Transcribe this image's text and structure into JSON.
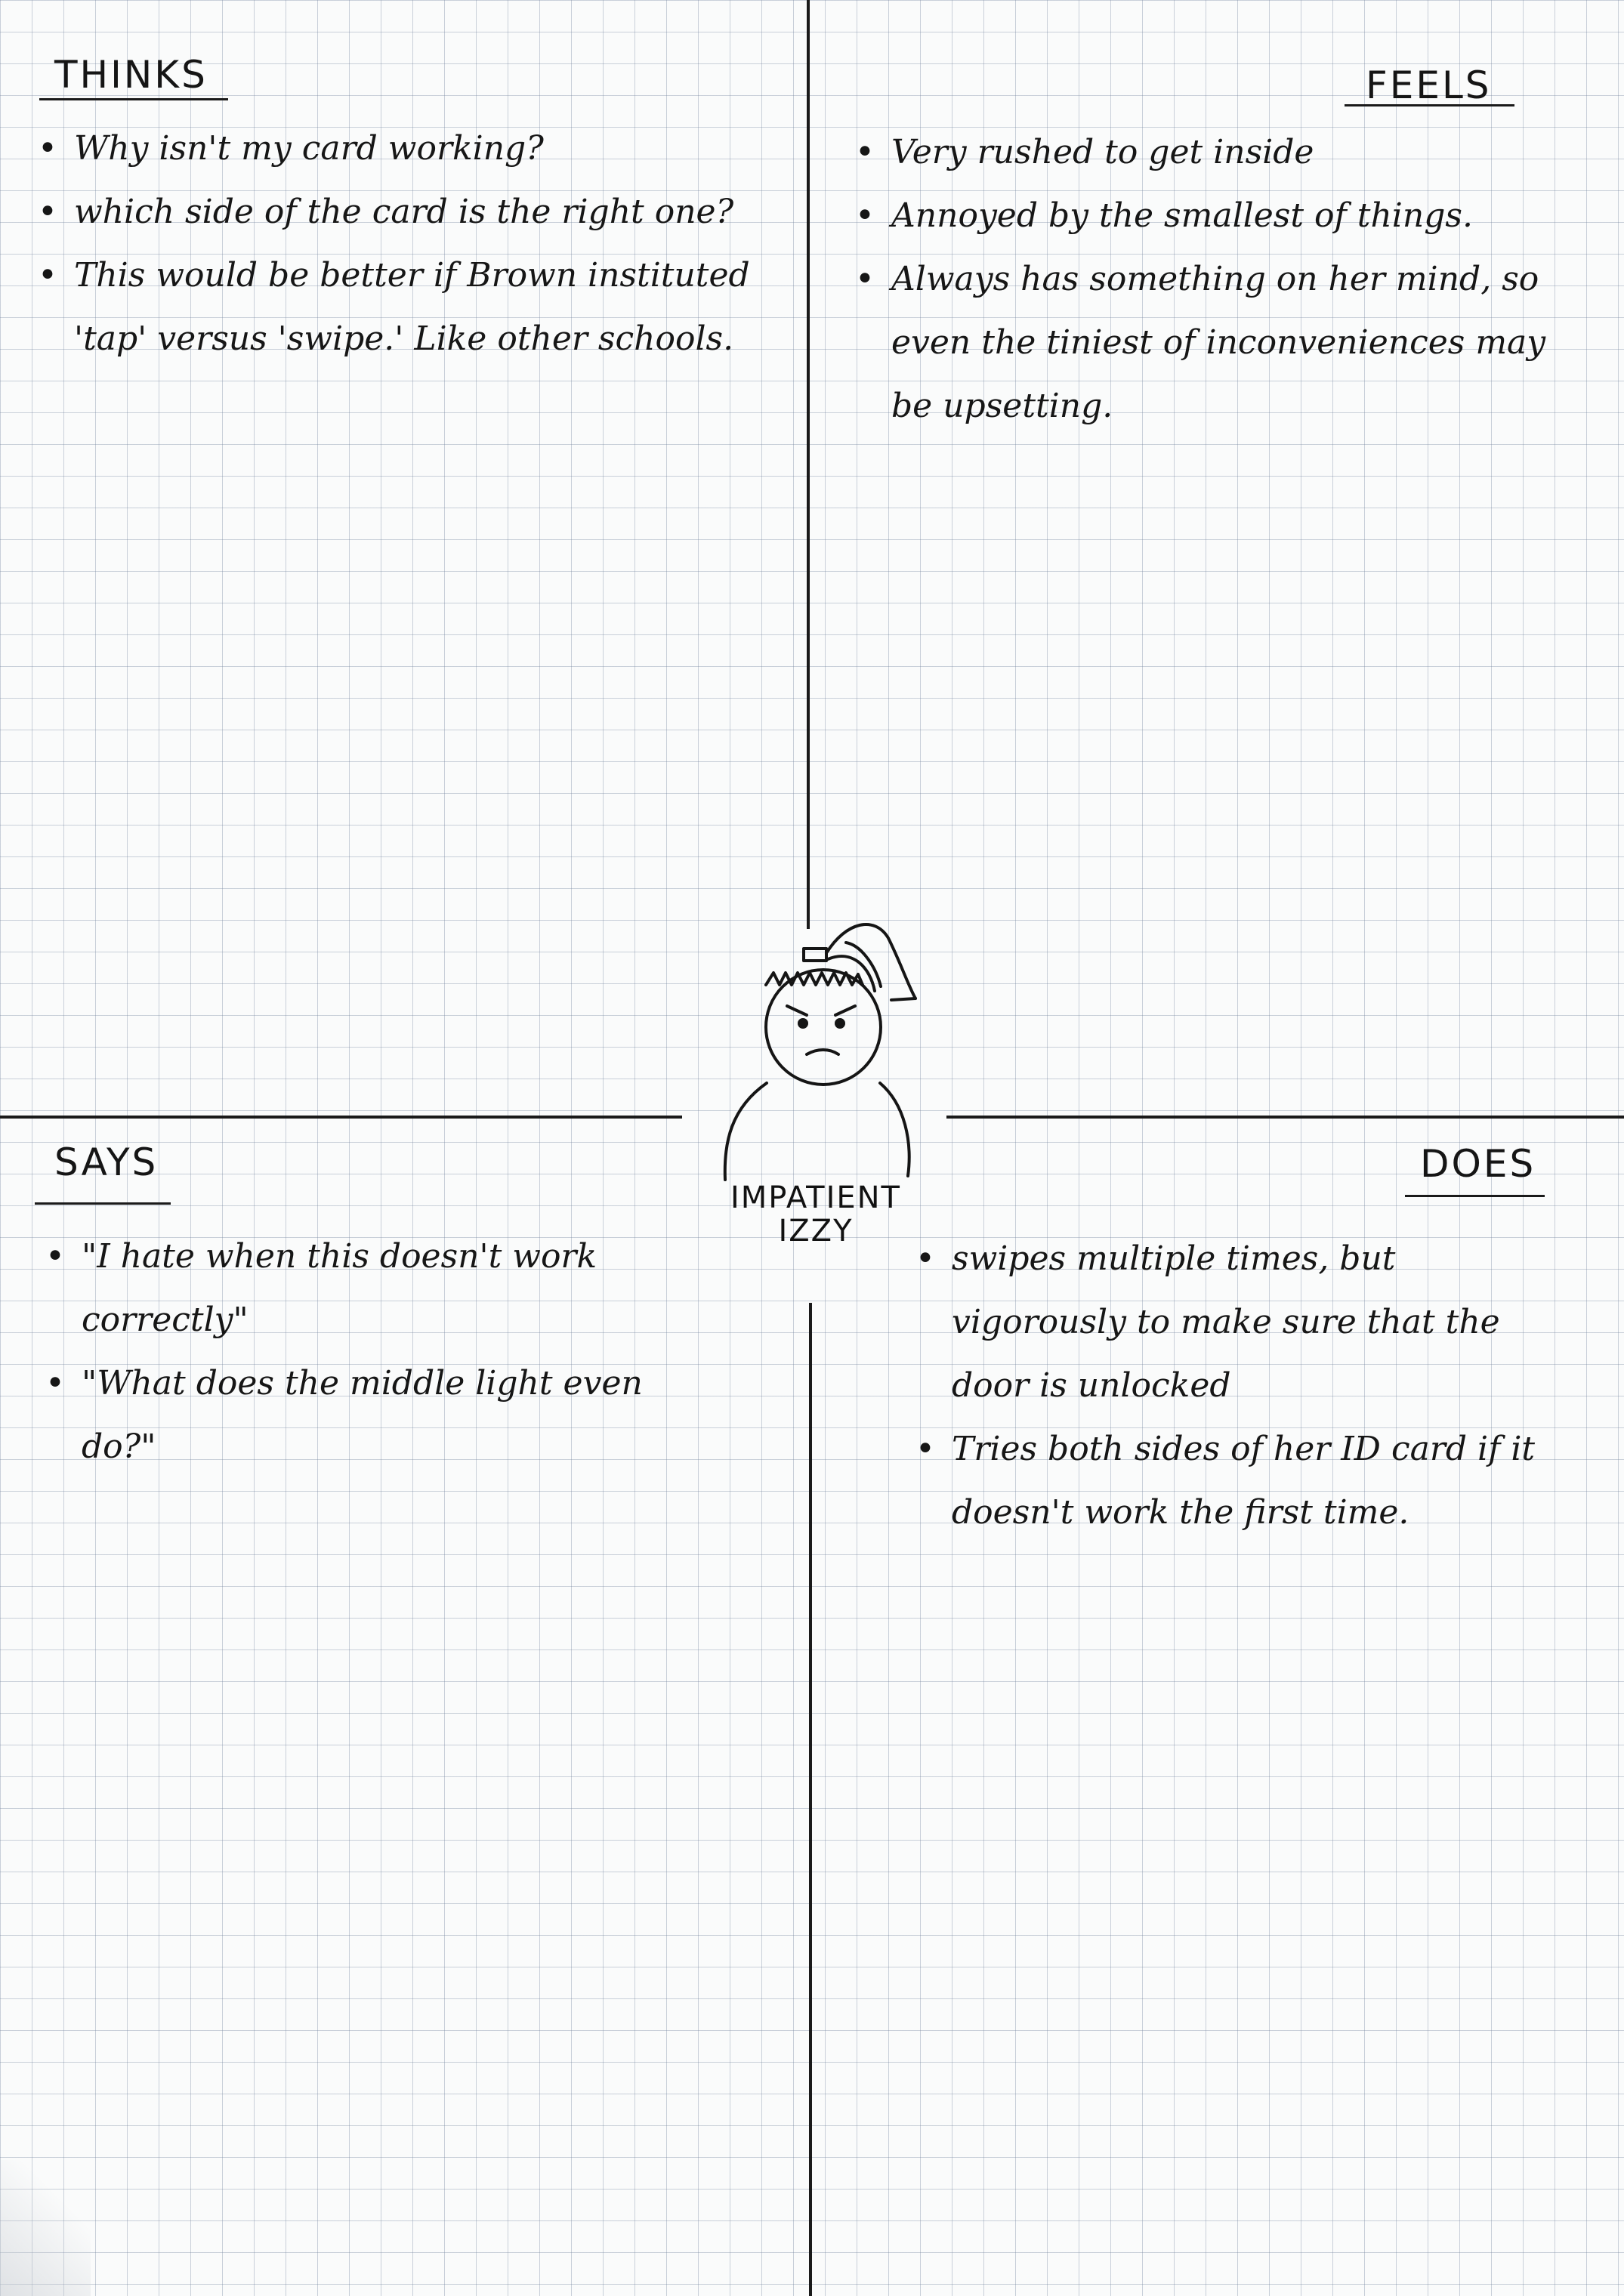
{
  "persona": {
    "name": "IMPATIENT\nIZZY",
    "icon": "angry-ponytail-girl-icon"
  },
  "quadrants": {
    "thinks": {
      "title": "THINKS",
      "items": [
        "Why isn't my card working?",
        "which side of the card is the right one?",
        "This would be better if Brown instituted 'tap' versus 'swipe.' Like other schools."
      ]
    },
    "feels": {
      "title": "FEELS",
      "items": [
        "Very rushed to get inside",
        "Annoyed by the smallest of things.",
        "Always has something on her mind, so even the tiniest of inconveniences may be upsetting."
      ]
    },
    "says": {
      "title": "SAYS",
      "items": [
        "\"I hate when this doesn't work correctly\"",
        "\"What does the middle light even do?\""
      ]
    },
    "does": {
      "title": "DOES",
      "items": [
        "swipes multiple times, but vigorously to make sure that the door is unlocked",
        "Tries both sides of her ID card if it doesn't work the first time."
      ]
    }
  }
}
